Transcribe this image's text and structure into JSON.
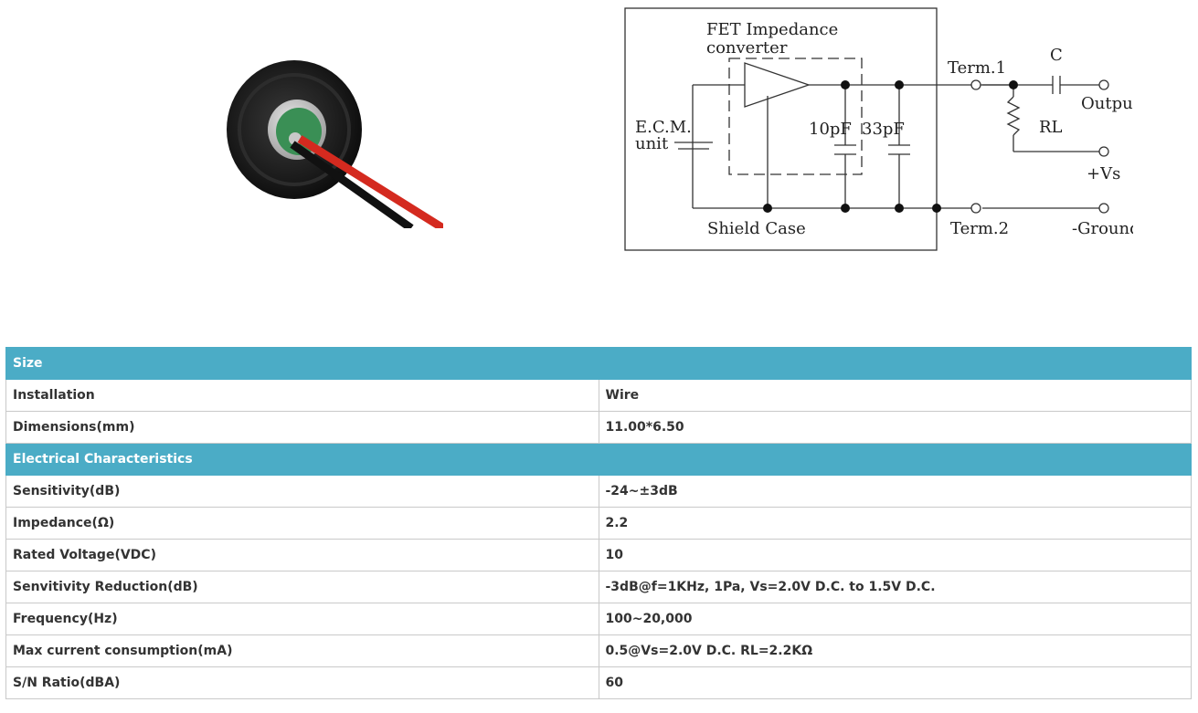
{
  "photo": {
    "alt": "electret condenser microphone with red and black wires"
  },
  "schematic": {
    "fet_label_line1": "FET Impedance",
    "fet_label_line2": "converter",
    "ecm_label_line1": "E.C.M.",
    "ecm_label_line2": "unit",
    "cap1": "10pF",
    "cap2": "33pF",
    "shield": "Shield Case",
    "term1": "Term.1",
    "term2": "Term.2",
    "c_label": "C",
    "rl_label": "RL",
    "output": "Output",
    "vs": "+Vs",
    "ground": "-Ground"
  },
  "sections": {
    "size": "Size",
    "electrical": "Electrical Characteristics"
  },
  "rows": {
    "installation": {
      "label": "Installation",
      "value": "Wire"
    },
    "dimensions": {
      "label": "Dimensions(mm)",
      "value": "11.00*6.50"
    },
    "sensitivity": {
      "label": "Sensitivity(dB)",
      "value": "-24~±3dB"
    },
    "impedance": {
      "label": "Impedance(Ω)",
      "value": "2.2"
    },
    "rated_voltage": {
      "label": "Rated Voltage(VDC)",
      "value": "10"
    },
    "reduction": {
      "label": "Senvitivity Reduction(dB)",
      "value": "-3dB@f=1KHz, 1Pa, Vs=2.0V D.C. to 1.5V D.C."
    },
    "frequency": {
      "label": "Frequency(Hz)",
      "value": "100~20,000"
    },
    "current": {
      "label": "Max current consumption(mA)",
      "value": "0.5@Vs=2.0V D.C. RL=2.2KΩ"
    },
    "sn_ratio": {
      "label": "S/N Ratio(dBA)",
      "value": "60"
    }
  },
  "colors": {
    "section_header": "#4bacc6",
    "wire_red": "#d42a1f",
    "board_green": "#3a8f55"
  }
}
